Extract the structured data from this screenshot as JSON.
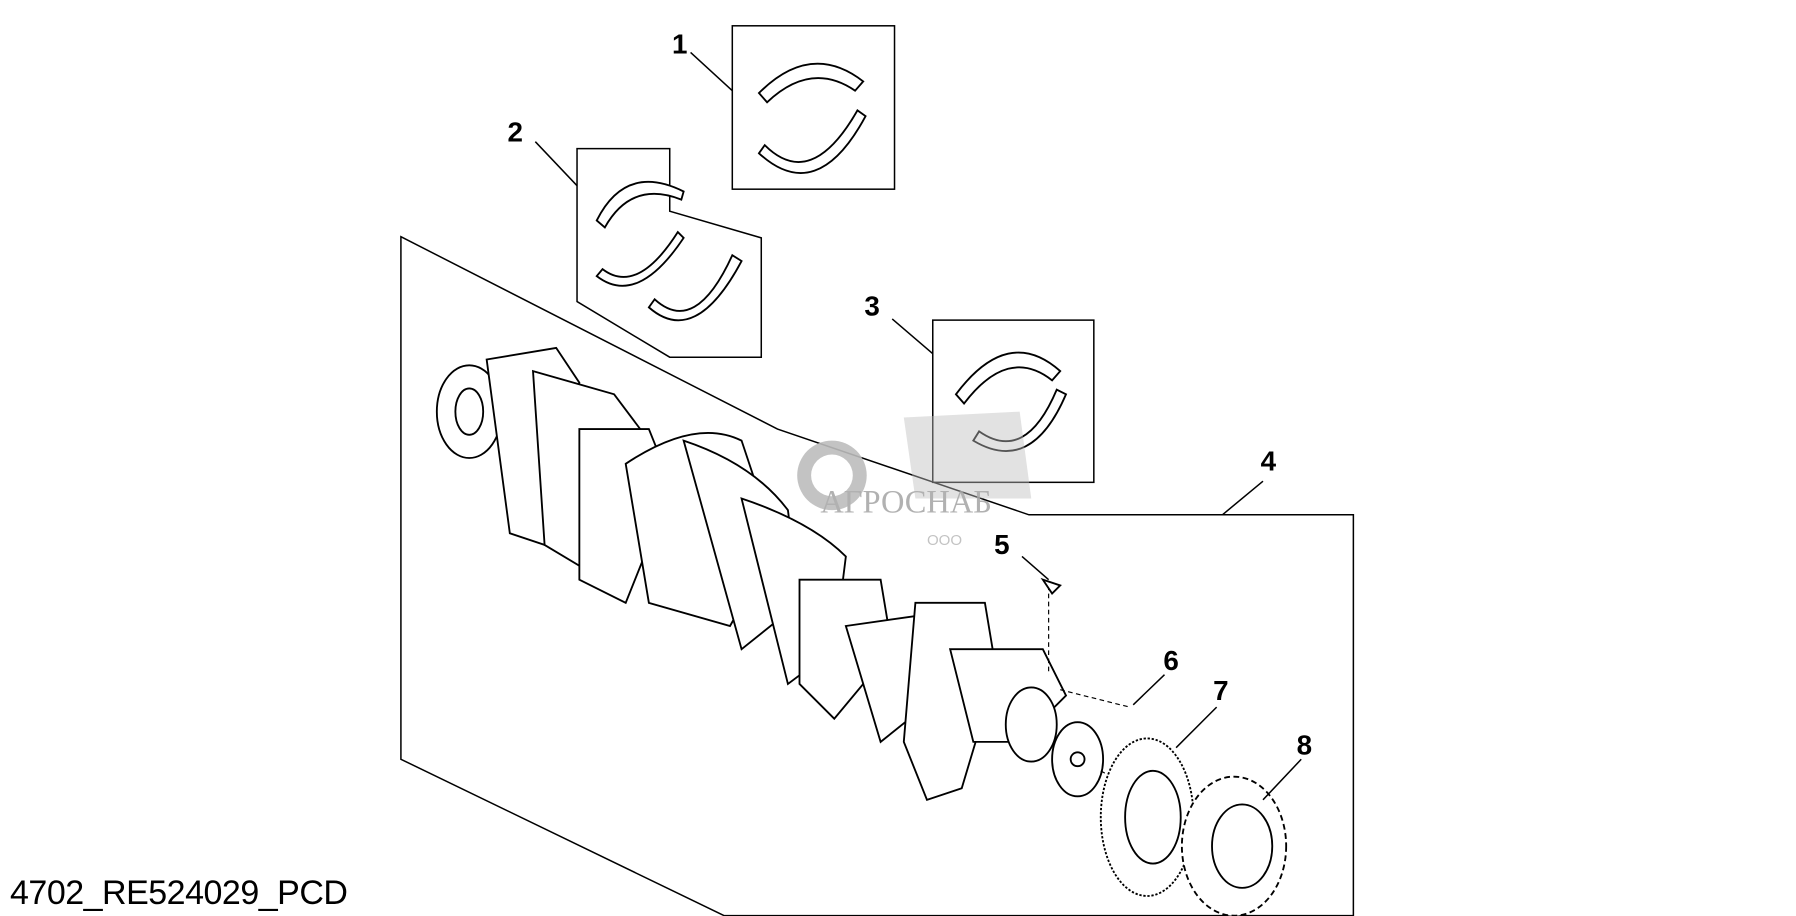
{
  "callouts": [
    "1",
    "2",
    "3",
    "4",
    "5",
    "6",
    "7",
    "8"
  ],
  "caption": "4702_RE524029_PCD",
  "watermark": {
    "prefix": "ООО",
    "name": "АГРОСНАБ"
  },
  "colors": {
    "line": "#000000",
    "watermark": "#bdbdbd",
    "background": "#ffffff"
  }
}
